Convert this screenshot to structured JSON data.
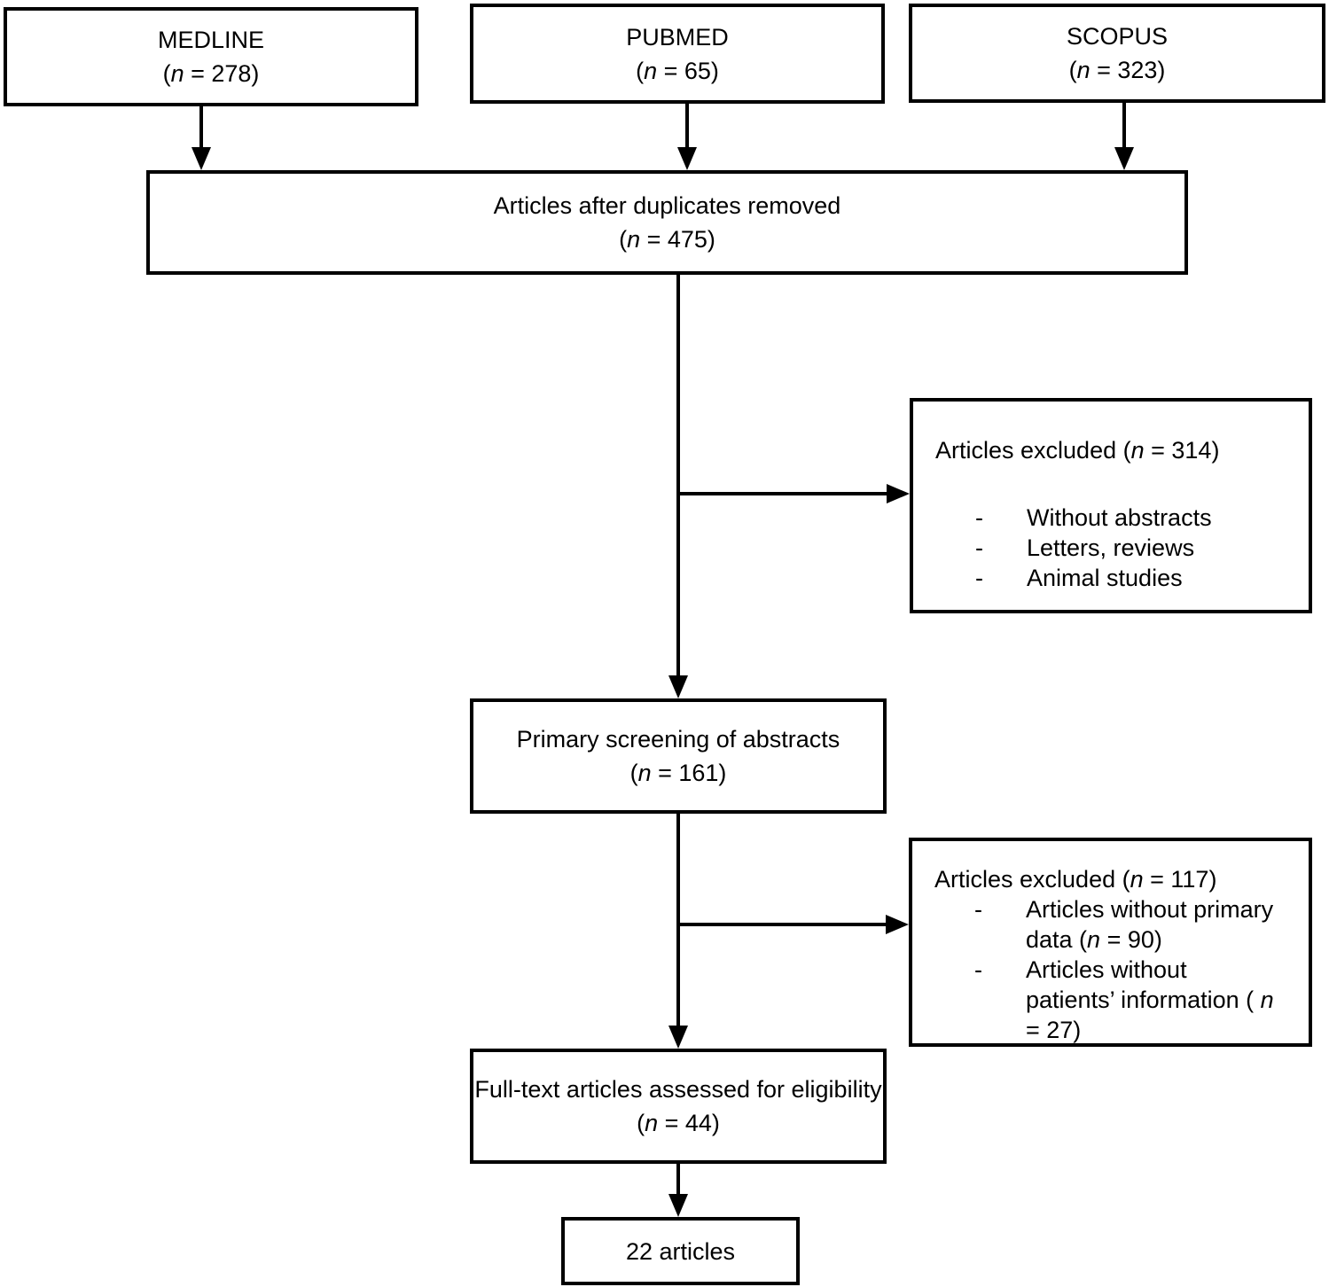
{
  "colors": {
    "line": "#000000",
    "background": "#ffffff",
    "text": "#000000"
  },
  "boxes": {
    "medline": {
      "title": "MEDLINE",
      "count_html": "(<i>n</i> = 278)"
    },
    "pubmed": {
      "title": "PUBMED",
      "count_html": "(<i>n</i> = 65)"
    },
    "scopus": {
      "title": "SCOPUS",
      "count_html": "(<i>n</i> = 323)"
    },
    "dedup": {
      "title": "Articles after duplicates removed",
      "count_html": "(<i>n</i> = 475)"
    },
    "excluded_primary": {
      "title_html": "Articles excluded (<i>n</i> = 314)",
      "bullet_marker": "-",
      "bullets_html": [
        "Without abstracts",
        "Letters, reviews",
        "Animal studies"
      ]
    },
    "primary_screening": {
      "title": "Primary screening of abstracts",
      "count_html": "(<i>n</i> = 161)"
    },
    "excluded_fulltext": {
      "title_html": "Articles excluded (<i>n</i> = 117)",
      "bullet_marker": "-",
      "bullets_html": [
        "Articles without primary data (<i>n</i> = 90)",
        "Articles without patients’ information ( <i>n</i> = 27)"
      ]
    },
    "fulltext_assessed": {
      "title": "Full-text articles assessed for eligibility",
      "count_html": "(<i>n</i> = 44)"
    },
    "final": {
      "title": "22 articles"
    }
  }
}
